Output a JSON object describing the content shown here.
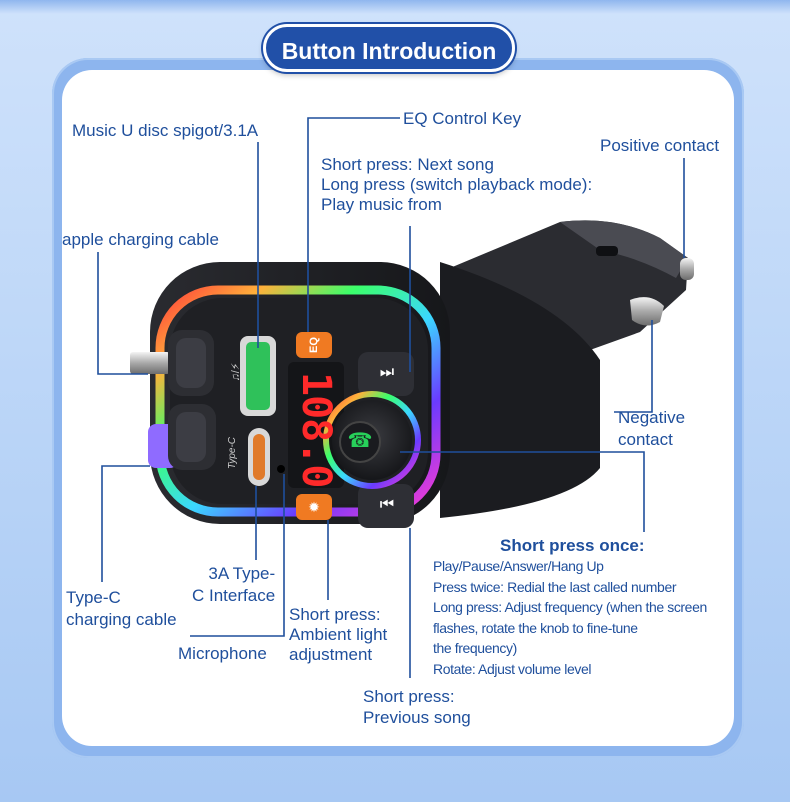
{
  "title": "Button Introduction",
  "labels": {
    "music_u_disc": "Music U disc spigot/3.1A",
    "eq_control_key": "EQ Control Key",
    "positive_contact": "Positive contact",
    "next_song": [
      "Short press: Next song",
      "Long press (switch playback mode):",
      "Play music from"
    ],
    "apple_cable": "apple charging cable",
    "negative_contact": [
      "Negative",
      "contact"
    ],
    "short_press_once": "Short press once:",
    "knob_details": [
      "Play/Pause/Answer/Hang Up",
      "Press twice: Redial the last called number",
      "Long press: Adjust frequency (when the screen",
      "flashes, rotate the knob to fine-tune",
      "the frequency)",
      "Rotate: Adjust volume level"
    ],
    "type_c_interface": [
      "3A Type-",
      "C Interface"
    ],
    "type_c_cable": [
      "Type-C",
      "charging cable"
    ],
    "ambient_light": [
      "Short press:",
      "Ambient light",
      "adjustment"
    ],
    "microphone": "Microphone",
    "previous_song": [
      "Short press:",
      "Previous song"
    ]
  },
  "device": {
    "display_text": "108.0",
    "eq_key_text": "EQ",
    "port_label_usb": "♫/⚡",
    "port_label_typec": "Type-C"
  },
  "colors": {
    "label_blue": "#1f4f9c",
    "title_bg": "#2150a8",
    "accent_orange": "#f07a22",
    "usb_green": "#2fc15a",
    "display_red": "#ff2a2a",
    "body_black": "#1f2024"
  },
  "icons": [
    "next-track-icon",
    "previous-track-icon",
    "phone-icon",
    "light-icon"
  ]
}
